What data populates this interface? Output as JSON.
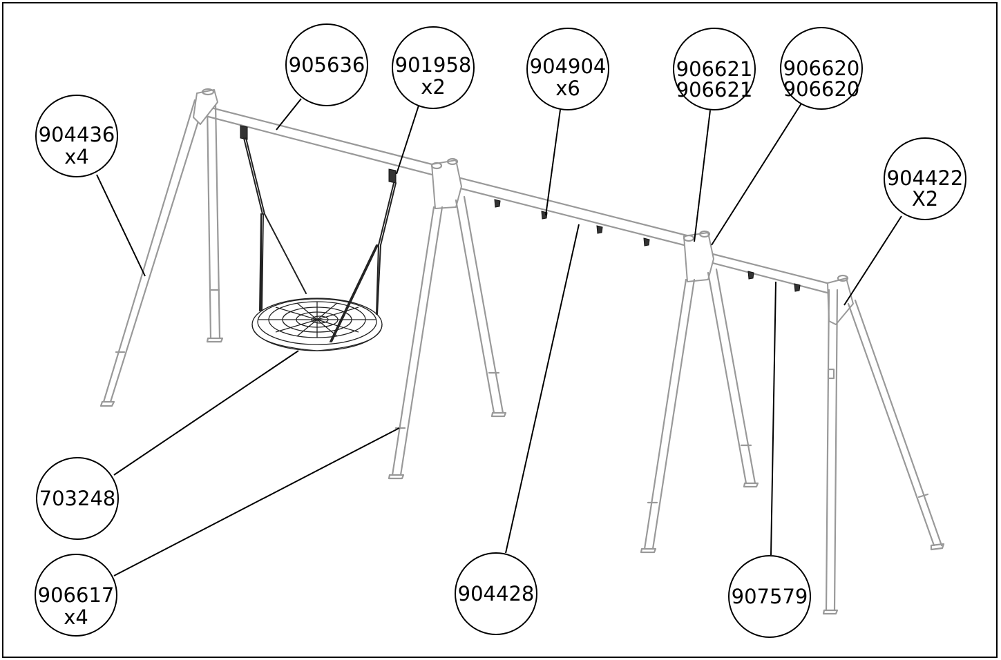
{
  "callouts": [
    {
      "id": "c1",
      "lines": [
        "905636"
      ]
    },
    {
      "id": "c2",
      "lines": [
        "901958",
        "x2"
      ]
    },
    {
      "id": "c3",
      "lines": [
        "904904",
        "x6"
      ]
    },
    {
      "id": "c4",
      "lines": [
        "906621",
        "906621"
      ]
    },
    {
      "id": "c5",
      "lines": [
        "906620",
        "906620"
      ]
    },
    {
      "id": "c6",
      "lines": [
        "904436",
        "x4"
      ]
    },
    {
      "id": "c7",
      "lines": [
        "904422",
        "X2"
      ]
    },
    {
      "id": "c8",
      "lines": [
        "703248"
      ]
    },
    {
      "id": "c9",
      "lines": [
        "906617",
        "x4"
      ]
    },
    {
      "id": "c10",
      "lines": [
        "904428"
      ]
    },
    {
      "id": "c11",
      "lines": [
        "907579"
      ]
    }
  ],
  "colors": {
    "frame": "#999999",
    "ink": "#000000",
    "background": "#ffffff"
  }
}
